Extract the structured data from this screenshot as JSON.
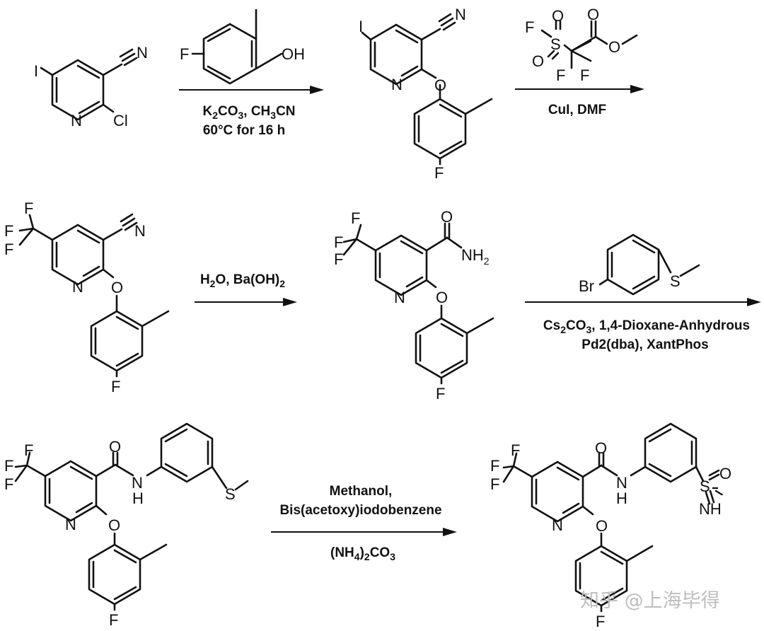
{
  "reactions": [
    {
      "reagent_labels": [
        "F",
        "OH"
      ],
      "conditions": [
        "K2CO3, CH3CN",
        "60°C for 16 h"
      ]
    },
    {
      "reagent_labels": [
        "F",
        "S",
        "O",
        "O",
        "O",
        "O",
        "F",
        "F"
      ],
      "conditions": [
        "CuI, DMF"
      ]
    },
    {
      "conditions": [
        "H2O, Ba(OH)2"
      ]
    },
    {
      "reagent_labels": [
        "Br",
        "S"
      ],
      "conditions": [
        "Cs2CO3, 1,4-Dioxane-Anhydrous",
        "Pd2(dba), XantPhos"
      ]
    },
    {
      "conditions": [
        "Methanol,",
        "Bis(acetoxy)iodobenzene",
        "(NH4)2CO3"
      ]
    }
  ],
  "atom_labels": {
    "iodo": "I",
    "nitrogen": "N",
    "chloro": "Cl",
    "oxygen": "O",
    "fluoro": "F",
    "amide_nh2": "NH2",
    "amide_nh": "NH",
    "sulfur": "S",
    "sulfoximine_nh": "NH",
    "bromo": "Br"
  },
  "watermark": "知乎 @上海毕得"
}
